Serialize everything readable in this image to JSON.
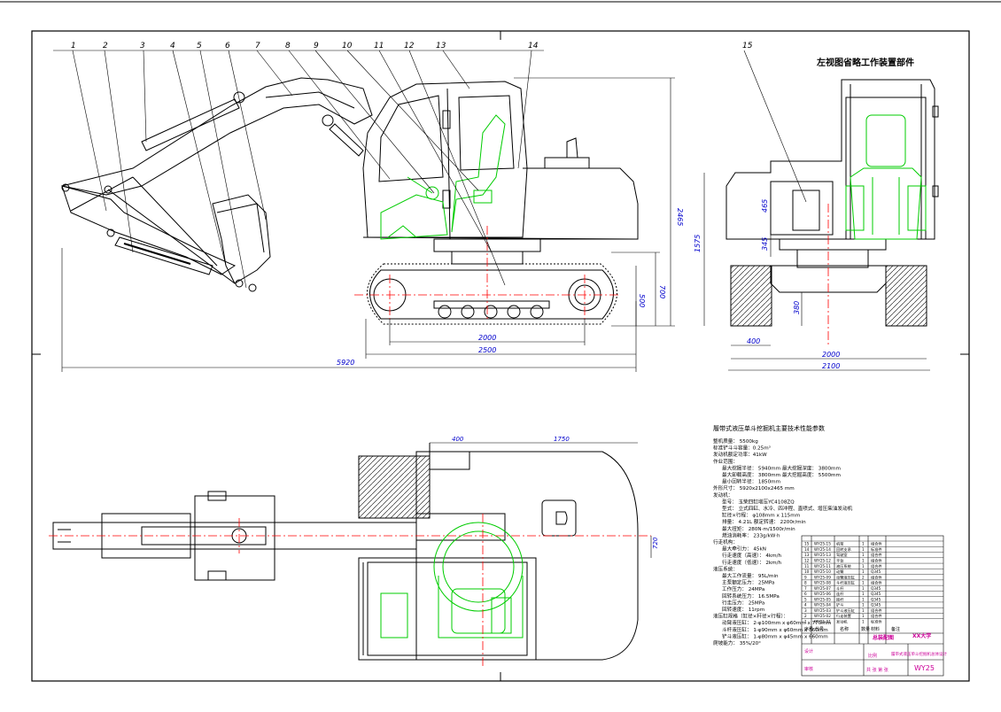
{
  "drawing": {
    "title": "左视图省略工作装置部件",
    "drawing_number": "WY25",
    "part_labels": [
      "1",
      "2",
      "3",
      "4",
      "5",
      "6",
      "7",
      "8",
      "9",
      "10",
      "11",
      "12",
      "13",
      "14",
      "15"
    ],
    "dimensions": {
      "height_2465": "2465",
      "track_height_700": "700",
      "track_gauge_500": "500",
      "length_2000": "2000",
      "length_2500": "2500",
      "overall_5920": "5920",
      "side_height_1575": "1575",
      "side_465": "465",
      "side_345": "345",
      "side_380": "380",
      "side_400": "400",
      "width_2000": "2000",
      "width_2100": "2100",
      "top_400": "400",
      "top_1750": "1750",
      "top_720": "720"
    }
  },
  "specs": {
    "heading": "履带式液压单斗挖掘机主要技术性能参数",
    "lines": [
      "整机质量：  5500kg",
      "标准铲斗斗容量：0.25m³",
      "发动机额定功率：41kW",
      "作业范围：",
      "  最大挖掘半径：  5940mm     最大挖掘深度：  3800mm",
      "  最大卸载高度：  3800mm     最大挖掘高度：  5500mm",
      "  最小回转半径：   1850mm",
      "外形尺寸：  5920x2100x2465 mm",
      "发动机：",
      "  型号：  玉柴四缸增压YC4108ZQ",
      "  型式：  立式四缸、水冷、四冲程、直喷式、增压柴油发动机",
      "  缸径×行程：  φ108mm x 115mm",
      "  排量：  4.21L    额定转速：  2200r/min",
      "  最大扭矩：  280N·m/1500r/min",
      "  燃油消耗率：  233g/kW·h",
      "行走机构：",
      "  最大牵引力：  45kN",
      "  行走速度（高速）：  4km/h",
      "  行走速度（低速）：  2km/h",
      "液压系统：",
      "  最大工作流量：  95L/min",
      "  主泵额定压力：  25MPa",
      "  工作压力：  24MPa",
      "  回转系统压力：  16.5MPa",
      "  行走压力：  25MPa",
      "  回转速度：  11rpm",
      "液压缸规格（缸径×杆径×行程）：",
      "  动臂液压缸：  2-φ100mm x φ60mm x 770mm",
      "  斗杆液压缸：  1-φ90mm x φ60mm x 860mm",
      "  铲斗液压缸：  1-φ80mm x φ45mm x 660mm",
      "爬坡能力：  35%/20°"
    ]
  },
  "title_block": {
    "header": [
      "序号",
      "代号",
      "名称",
      "数量",
      "材料",
      "备注"
    ],
    "rows": [
      [
        "15",
        "WY25-15",
        "机架",
        "1",
        "组合件",
        ""
      ],
      [
        "14",
        "WY25-14",
        "回转支承",
        "1",
        "标准件",
        ""
      ],
      [
        "13",
        "WY25-13",
        "驾驶室",
        "1",
        "组合件",
        ""
      ],
      [
        "12",
        "WY25-12",
        "平台",
        "1",
        "组合件",
        ""
      ],
      [
        "11",
        "WY25-11",
        "液压系统",
        "1",
        "组合件",
        ""
      ],
      [
        "10",
        "WY25-10",
        "动臂",
        "1",
        "Q345",
        ""
      ],
      [
        "9",
        "WY25-09",
        "动臂液压缸",
        "2",
        "组合件",
        ""
      ],
      [
        "8",
        "WY25-08",
        "斗杆液压缸",
        "1",
        "组合件",
        ""
      ],
      [
        "7",
        "WY25-07",
        "斗杆",
        "1",
        "Q345",
        ""
      ],
      [
        "6",
        "WY25-06",
        "连杆",
        "1",
        "Q345",
        ""
      ],
      [
        "5",
        "WY25-05",
        "摇杆",
        "1",
        "Q345",
        ""
      ],
      [
        "4",
        "WY25-04",
        "铲斗",
        "1",
        "Q345",
        ""
      ],
      [
        "3",
        "WY25-03",
        "铲斗液压缸",
        "1",
        "组合件",
        ""
      ],
      [
        "2",
        "WY25-02",
        "行走装置",
        "1",
        "组合件",
        ""
      ],
      [
        "1",
        "WY25-01",
        "发动机",
        "1",
        "标准件",
        ""
      ]
    ],
    "assembly_label": "总装配图",
    "school": "XX大学",
    "project": "履带式液压单斗挖掘机总体设计",
    "scale_label": "比例",
    "sheet_label": "共 张 第 张",
    "drawn_label": "设计",
    "checked_label": "审核"
  },
  "colors": {
    "line": "#000000",
    "centerline": "#ff0000",
    "cab_interior": "#00cc00",
    "title_text": "#cc0099",
    "number_text": "#0000cc"
  }
}
